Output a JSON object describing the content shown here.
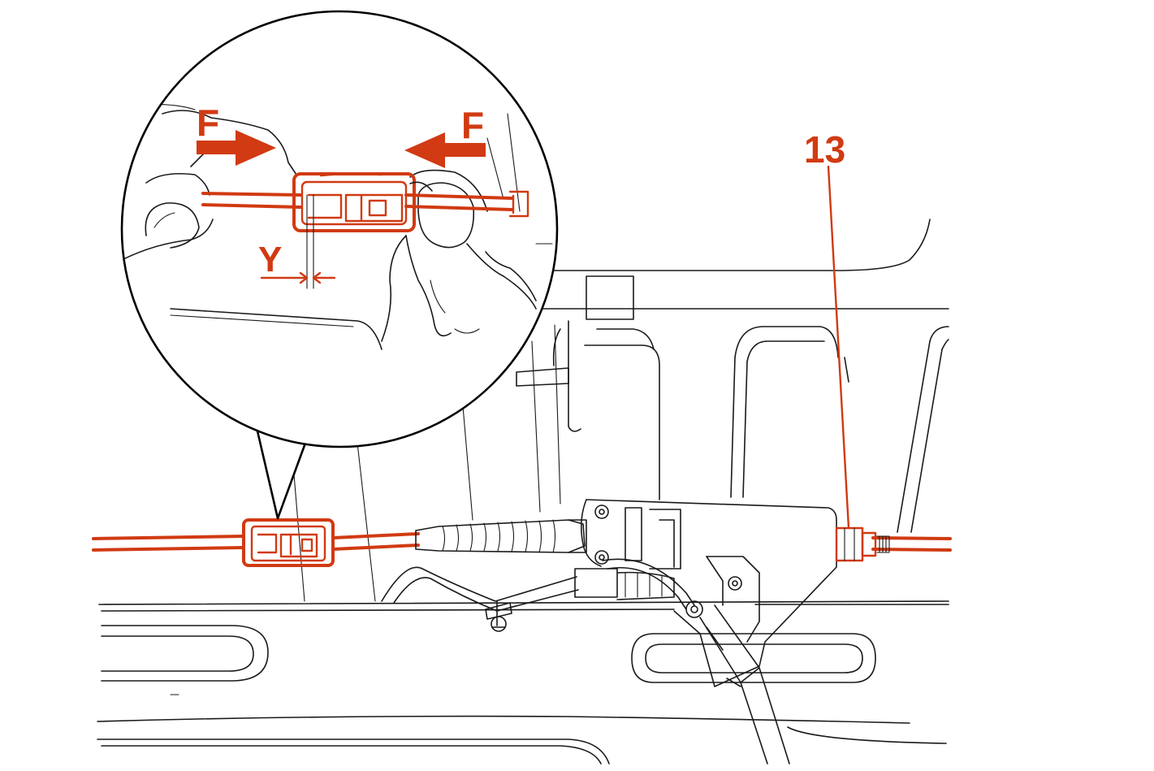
{
  "diagram": {
    "labels": {
      "part_number": "13",
      "force_left": "F",
      "force_right": "F",
      "gap": "Y"
    },
    "colors": {
      "highlight": "#d13a12",
      "line_art": "#1a1a1a",
      "background": "#ffffff"
    }
  }
}
